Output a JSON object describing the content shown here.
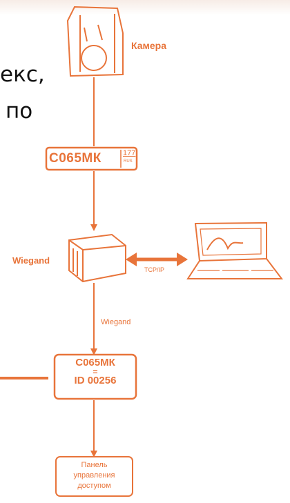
{
  "slide": {
    "left_text_lines": [
      "екс,",
      "по"
    ]
  },
  "diagram": {
    "camera_label": "Камера",
    "plate_text": "С065МК",
    "plate_region_code": "177",
    "plate_country": "RUS",
    "wiegand_label": "Wiegand",
    "link_label": "TCP/IP",
    "wire_label": "Wiegand",
    "match_box_lines": [
      "С065МК",
      "=",
      "ID 00256"
    ],
    "panel_lines": [
      "Панель",
      "управления",
      "доступом"
    ]
  },
  "colors": {
    "accent": "#e8743a",
    "text": "#111111"
  }
}
